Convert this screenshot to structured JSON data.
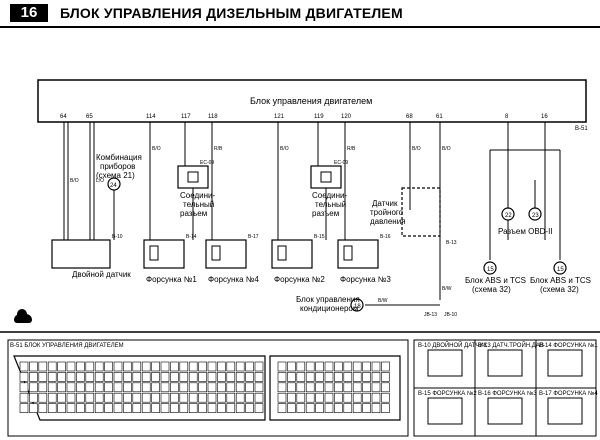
{
  "header": {
    "page_number": "16",
    "title": "БЛОК УПРАВЛЕНИЯ ДИЗЕЛЬНЫМ ДВИГАТЕЛЕМ"
  },
  "ecu_label": "Блок управления двигателем",
  "ecu_pin_top": [
    "64",
    "65",
    "114",
    "117",
    "118",
    "121",
    "119",
    "120",
    "68",
    "61",
    "8",
    "16"
  ],
  "ecu_connector_tag": "B-51",
  "instrument_cluster": {
    "line1": "Комбинация",
    "line2": "приборов",
    "line3": "(схема 21)",
    "badge": "24"
  },
  "dual_sensor": "Двойной датчик",
  "joint_connector_1": {
    "line1": "Соедини-",
    "line2": "тельный",
    "line3": "разъем"
  },
  "joint_connector_2": {
    "line1": "Соедини-",
    "line2": "тельный",
    "line3": "разъем"
  },
  "triple_pressure_sensor": {
    "line1": "Датчик",
    "line2": "тройного",
    "line3": "давления"
  },
  "obd_connector": "Разъем OBD-II",
  "obd_badges": [
    "22",
    "23"
  ],
  "abs_left": {
    "line1": "Блок ABS и TCS",
    "line2": "(схема 32)",
    "badge": "15"
  },
  "abs_right": {
    "line1": "Блок ABS и TCS",
    "line2": "(схема 32)",
    "badge": "15"
  },
  "ac_unit": {
    "line1": "Блок управления",
    "line2": "кондиционером",
    "badge": "18"
  },
  "injectors": [
    "Форсунка №1",
    "Форсунка №4",
    "Форсунка №2",
    "Форсунка №3"
  ],
  "wire_labels": [
    "B/O",
    "L/O",
    "B/O",
    "R/B",
    "R/B",
    "B/O",
    "B/O",
    "B/O",
    "B/W",
    "B/W"
  ],
  "connector_tags": [
    "B-10",
    "B-14",
    "B-17",
    "B-15",
    "B-16",
    "B-13",
    "EC-09",
    "EC-09",
    "JB-13",
    "JB-10"
  ],
  "ecu_connector_title": "B-51 БЛОК УПРАВЛЕНИЯ ДВИГАТЕЛЕМ",
  "conn_b10": "B-10 ДВОЙНОЙ ДАТЧИК",
  "conn_b13": "B-13 ДАТЧ.ТРОЙН.ДАВ",
  "conn_b14": "B-14 ФОРСУНКА №1",
  "conn_b15": "B-15 ФОРСУНКА №2",
  "conn_b16": "B-16 ФОРСУНКА №3",
  "conn_b17": "B-17 ФОРСУНКА №4"
}
